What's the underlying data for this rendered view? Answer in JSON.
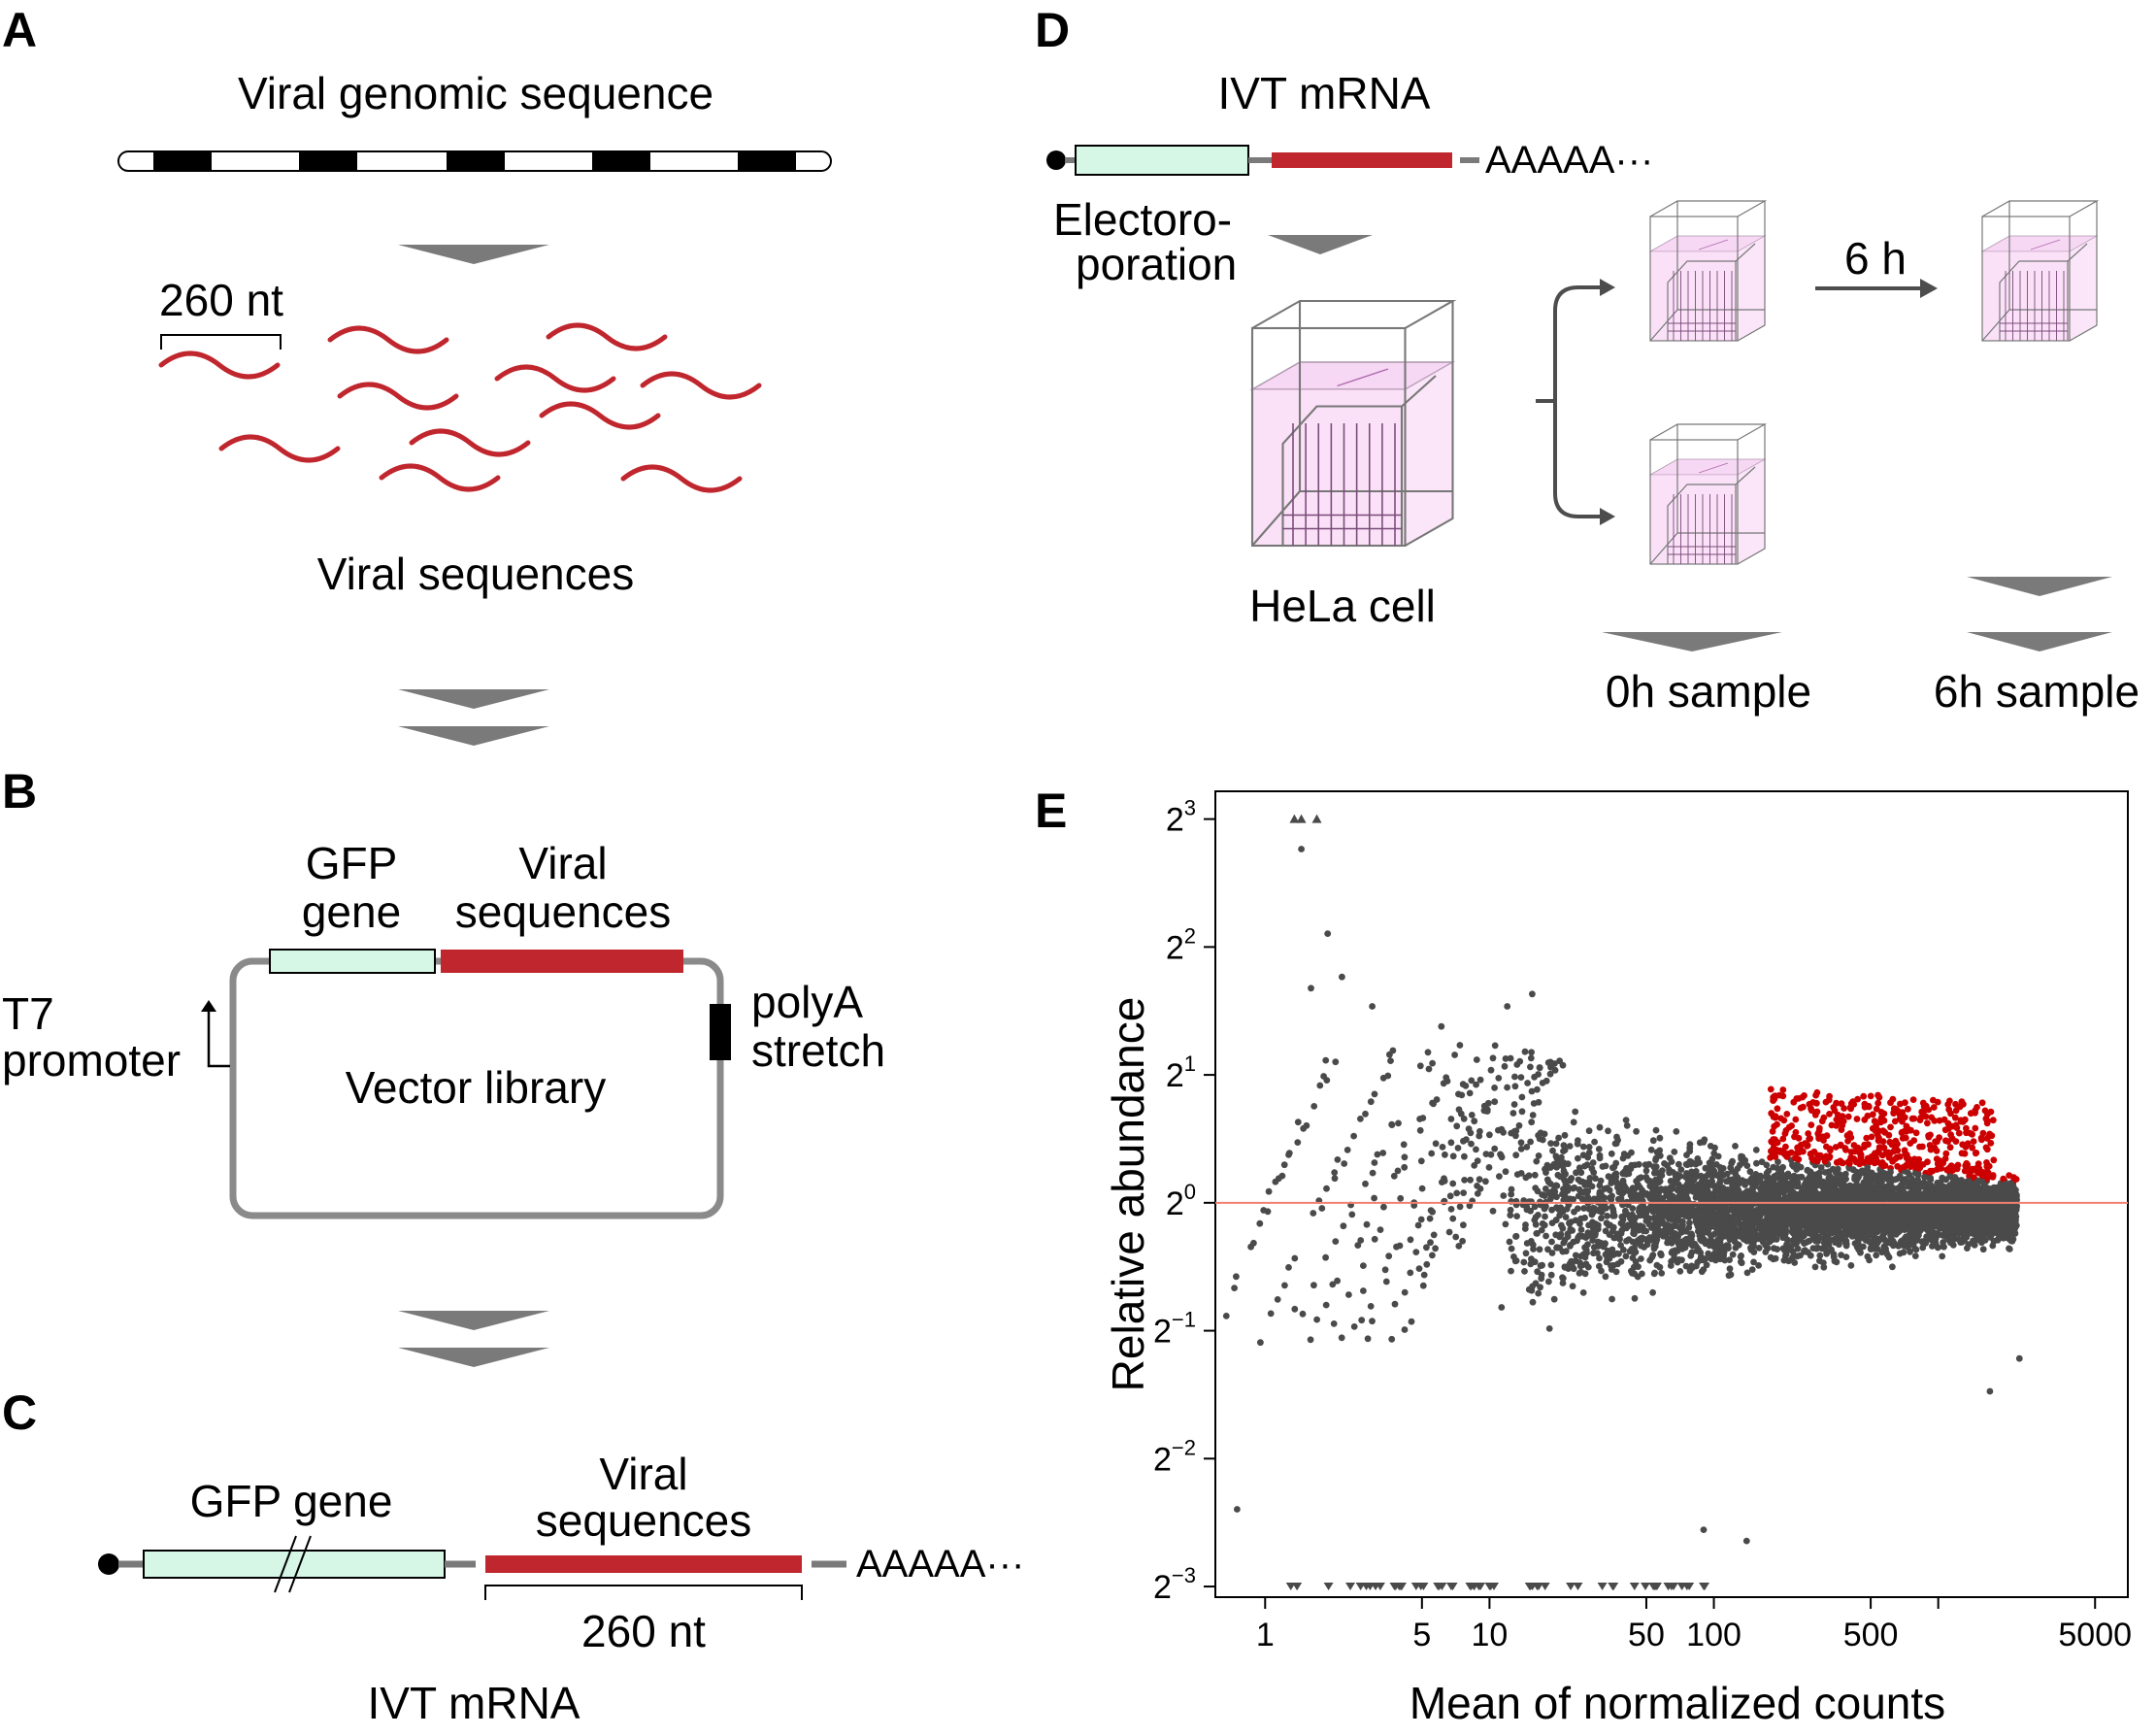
{
  "panel_a": {
    "letter": "A",
    "genome_label": "Viral genomic sequence",
    "fragment_length_label": "260 nt",
    "fragments_label": "Viral sequences"
  },
  "panel_b": {
    "letter": "B",
    "gfp_label_line1": "GFP",
    "gfp_label_line2": "gene",
    "viral_label_line1": "Viral",
    "viral_label_line2": "sequences",
    "promoter_line1": "T7",
    "promoter_line2": "promoter",
    "polya_line1": "polyA",
    "polya_line2": "stretch",
    "library_label": "Vector library"
  },
  "panel_c": {
    "letter": "C",
    "gfp_label": "GFP gene",
    "viral_label_line1": "Viral",
    "viral_label_line2": "sequences",
    "poly_a_tail": "AAAAA···",
    "length_label": "260 nt",
    "mrna_label": "IVT mRNA"
  },
  "panel_d": {
    "letter": "D",
    "mrna_label": "IVT mRNA",
    "poly_a_tail": "AAAAA···",
    "electro_line1": "Electoro-",
    "electro_line2": "poration",
    "cell_label": "HeLa cell",
    "time_label": "6 h",
    "sample_0h": "0h sample",
    "sample_6h": "6h sample"
  },
  "colors": {
    "viral_red": "#c0262d",
    "gfp_fill": "#d6f7e6",
    "vector_gray": "#8a8a8a",
    "arrow_gray": "#7a7a7a",
    "point_gray": "#4a4a4a",
    "point_red": "#cc0000",
    "baseline_red": "#f08070",
    "cell_fill": "#f5c8f0"
  },
  "chart_data": {
    "type": "scatter",
    "panel_letter": "E",
    "xlabel": "Mean of normalized counts",
    "ylabel": "Relative abundance",
    "x_scale": "log10",
    "y_scale": "log2",
    "xlim": [
      0.6,
      7000
    ],
    "ylim": [
      0.118,
      9.3
    ],
    "x_ticks": [
      1,
      5,
      10,
      50,
      100,
      500,
      5000
    ],
    "x_tick_labels": [
      "1",
      "5",
      "10",
      "50",
      "100",
      "500",
      "5000"
    ],
    "x_minor_ticks": [
      1000
    ],
    "y_ticks": [
      {
        "base": "2",
        "exp": "3"
      },
      {
        "base": "2",
        "exp": "2"
      },
      {
        "base": "2",
        "exp": "1"
      },
      {
        "base": "2",
        "exp": "0"
      },
      {
        "base": "2",
        "exp": "−1"
      },
      {
        "base": "2",
        "exp": "−2"
      },
      {
        "base": "2",
        "exp": "−3"
      }
    ],
    "baseline_y": 1,
    "series": [
      {
        "color": "#4a4a4a",
        "description_points": "approximately 8000 points; sampled representation"
      },
      {
        "color": "#cc0000",
        "description_points": "points significantly enriched at 6 h relative to 0 h"
      }
    ],
    "notable_points": {
      "clipped_top": [
        [
          1.35,
          8.0
        ],
        [
          1.45,
          8.0
        ],
        [
          1.7,
          8.0
        ]
      ],
      "high_outliers": [
        [
          1.45,
          6.8
        ],
        [
          1.9,
          4.3
        ],
        [
          1.6,
          3.2
        ],
        [
          2.2,
          3.4
        ],
        [
          3.0,
          2.9
        ],
        [
          6.1,
          2.6
        ],
        [
          12.0,
          2.9
        ],
        [
          15.5,
          3.1
        ]
      ],
      "low_outliers": [
        [
          0.75,
          0.19
        ],
        [
          90,
          0.17
        ],
        [
          140,
          0.16
        ],
        [
          1700,
          0.36
        ],
        [
          2300,
          0.43
        ]
      ]
    }
  }
}
